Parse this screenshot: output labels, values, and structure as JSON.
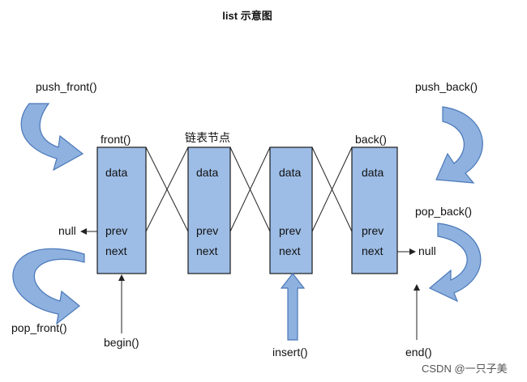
{
  "title": "list 示意图",
  "node_caption": "链表节点",
  "nodes": [
    {
      "top_label": "front()",
      "fields": [
        "data",
        "prev",
        "next"
      ]
    },
    {
      "top_label": "",
      "fields": [
        "data",
        "prev",
        "next"
      ]
    },
    {
      "top_label": "",
      "fields": [
        "data",
        "prev",
        "next"
      ]
    },
    {
      "top_label": "back()",
      "fields": [
        "data",
        "prev",
        "next"
      ]
    }
  ],
  "operations": {
    "push_front": "push_front()",
    "pop_front": "pop_front()",
    "push_back": "push_back()",
    "pop_back": "pop_back()",
    "begin": "begin()",
    "insert": "insert()",
    "end": "end()"
  },
  "null_left": "null",
  "null_right": "null",
  "watermark": "CSDN @一只子美",
  "colors": {
    "node_fill": "#9dbde6",
    "node_stroke": "#1a1a1a",
    "curve_fill": "#8eb1df",
    "curve_stroke": "#4a78b8",
    "line": "#222222"
  }
}
